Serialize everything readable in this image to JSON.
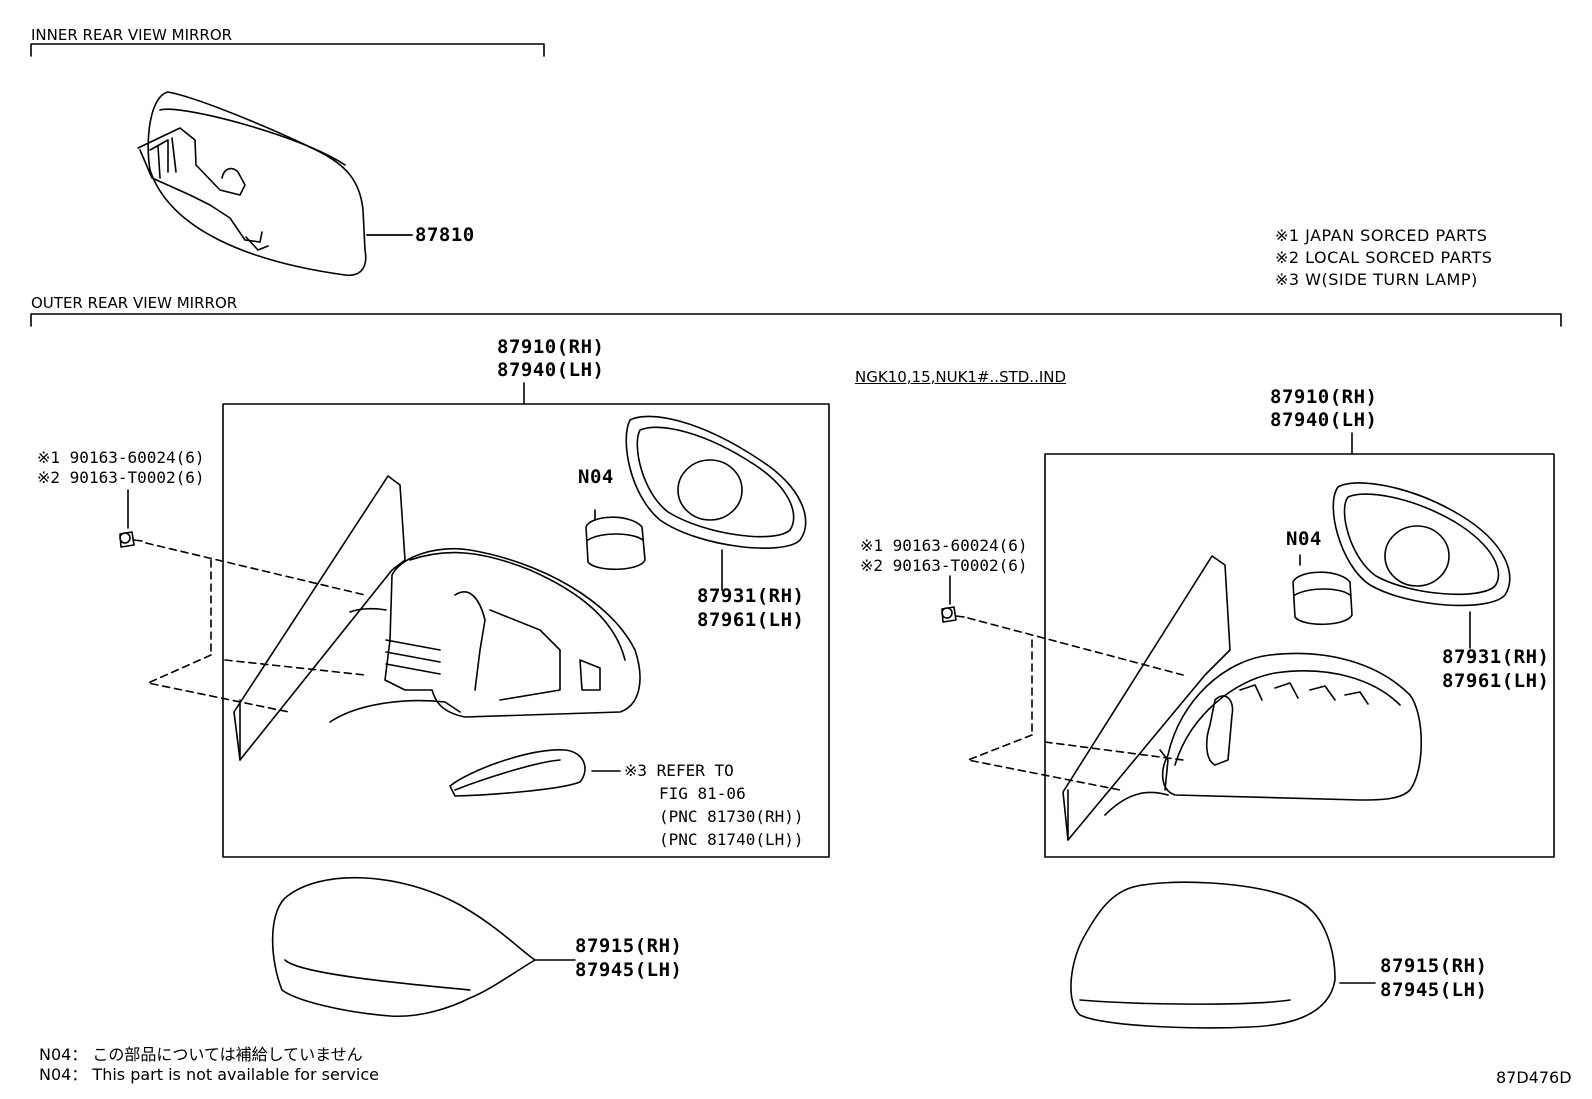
{
  "sections": {
    "inner": "INNER REAR VIEW MIRROR",
    "outer": "OUTER REAR VIEW MIRROR",
    "variant": "NGK10,15,NUK1#..STD..IND"
  },
  "notes": [
    "※1 JAPAN SORCED PARTS",
    "※2 LOCAL SORCED PARTS",
    "※3 W(SIDE TURN LAMP)"
  ],
  "parts": {
    "inner_mirror": "87810",
    "assy_rh": "87910(RH)",
    "assy_lh": "87940(LH)",
    "screw_1": "※1 90163-60024(6)",
    "screw_2": "※2 90163-T0002(6)",
    "n04": "N04",
    "glass_rh": "87931(RH)",
    "glass_lh": "87961(LH)",
    "cover_rh": "87915(RH)",
    "cover_lh": "87945(LH)"
  },
  "refer": {
    "line1": "※3 REFER TO",
    "line2": "FIG 81-06",
    "line3": "(PNC 81730(RH))",
    "line4": "(PNC 81740(LH))"
  },
  "footer": {
    "jp": "N04： この部品については補給していません",
    "en": "N04： This part is not available for service",
    "code": "87D476D"
  }
}
